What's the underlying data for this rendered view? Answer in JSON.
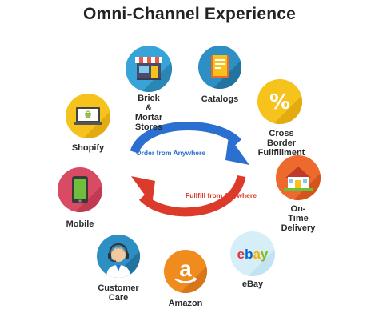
{
  "title": "Omni-Channel Experience",
  "center": {
    "top_label": "Order from Anywhere",
    "bottom_label": "Fullfill from Anywhere",
    "top_color": "#2b6fd0",
    "bottom_color": "#dc3a2a"
  },
  "nodes": [
    {
      "id": "brick",
      "label": "Brick &\nMortar Stores",
      "icon": "storefront-icon",
      "color": "#37a3d9"
    },
    {
      "id": "catalogs",
      "label": "Catalogs",
      "icon": "catalog-book-icon",
      "color": "#2e8fc4"
    },
    {
      "id": "crossborder",
      "label": "Cross Border\nFullfillment",
      "icon": "percent-tag-icon",
      "color": "#f6c21c"
    },
    {
      "id": "delivery",
      "label": "On-Time\nDelivery",
      "icon": "house-icon",
      "color": "#ee6a2c"
    },
    {
      "id": "ebay",
      "label": "eBay",
      "icon": "ebay-logo-icon",
      "color": "#d6eef8"
    },
    {
      "id": "amazon",
      "label": "Amazon",
      "icon": "amazon-logo-icon",
      "color": "#f08b1e"
    },
    {
      "id": "care",
      "label": "Customer Care",
      "icon": "headset-agent-icon",
      "color": "#2e8fc4"
    },
    {
      "id": "mobile",
      "label": "Mobile",
      "icon": "mobile-phone-icon",
      "color": "#d94a63"
    },
    {
      "id": "shopify",
      "label": "Shopify",
      "icon": "laptop-shopify-icon",
      "color": "#f6c21c"
    }
  ],
  "ebay_letters": [
    {
      "ch": "e",
      "color": "#e53238"
    },
    {
      "ch": "b",
      "color": "#0064d2"
    },
    {
      "ch": "a",
      "color": "#f5af02"
    },
    {
      "ch": "y",
      "color": "#86b817"
    }
  ]
}
